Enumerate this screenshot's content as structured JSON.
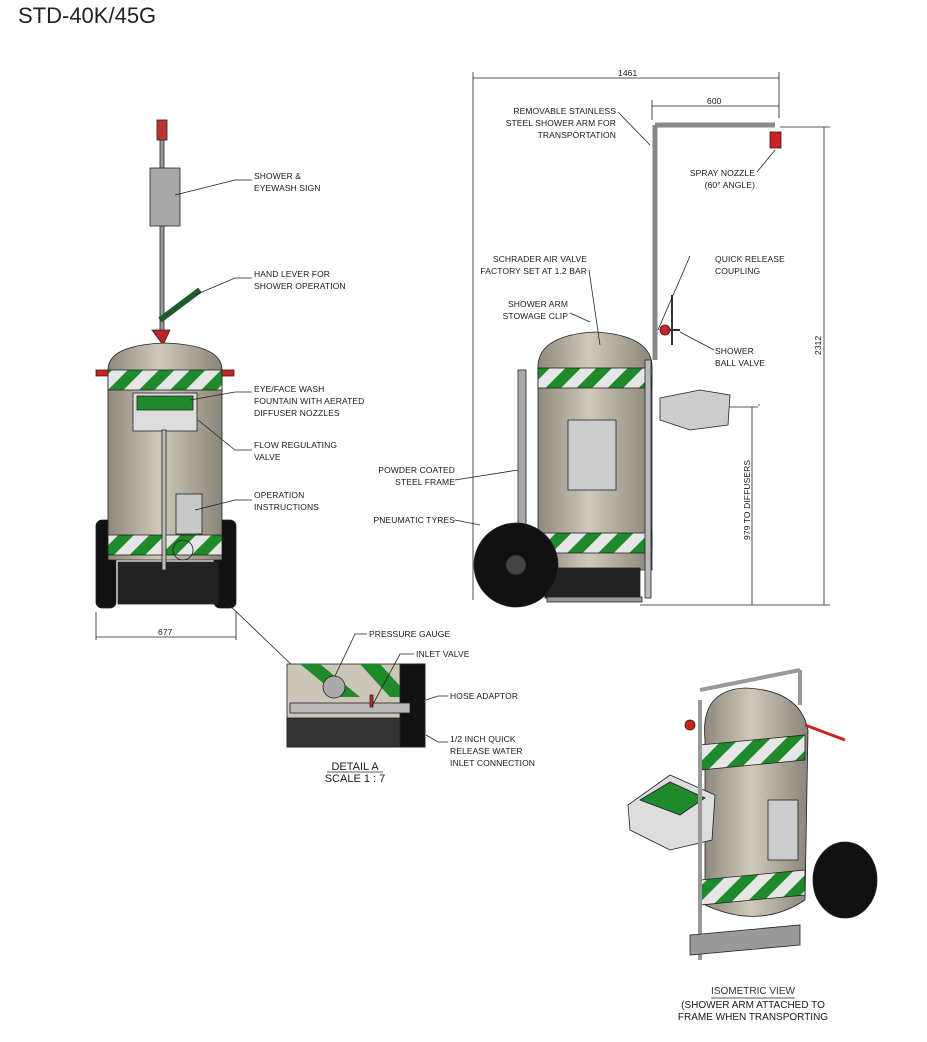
{
  "title": "STD-40K/45G",
  "front_view": {
    "labels": {
      "sign": [
        "SHOWER &",
        "EYEWASH SIGN"
      ],
      "lever": [
        "HAND LEVER FOR",
        "SHOWER OPERATION"
      ],
      "eyewash": [
        "EYE/FACE WASH",
        "FOUNTAIN WITH AERATED",
        "DIFFUSER NOZZLES"
      ],
      "flow": [
        "FLOW REGULATING",
        "VALVE"
      ],
      "instructions": [
        "OPERATION",
        "INSTRUCTIONS"
      ]
    },
    "dim_width": "677"
  },
  "side_view": {
    "dim_overall_width": "1461",
    "dim_arm": "600",
    "dim_height": "2312",
    "dim_diffusers": "979 TO DIFFUSERS",
    "labels": {
      "arm": [
        "REMOVABLE STAINLESS",
        "STEEL SHOWER ARM FOR",
        "TRANSPORTATION"
      ],
      "nozzle": [
        "SPRAY NOZZLE",
        "(60° ANGLE)"
      ],
      "schrader": [
        "SCHRADER AIR VALVE",
        "FACTORY SET AT 1.2 BAR"
      ],
      "coupling": [
        "QUICK RELEASE",
        "COUPLING"
      ],
      "clip": [
        "SHOWER ARM",
        "STOWAGE CLIP"
      ],
      "ballvalve": [
        "SHOWER",
        "BALL VALVE"
      ],
      "frame": [
        "POWDER COATED",
        "STEEL FRAME"
      ],
      "tyres": [
        "PNEUMATIC TYRES"
      ]
    }
  },
  "detail": {
    "labels": {
      "gauge": "PRESSURE GAUGE",
      "inlet": "INLET VALVE",
      "hose": "HOSE ADAPTOR",
      "quick": [
        "1/2 INCH QUICK",
        "RELEASE WATER",
        "INLET CONNECTION"
      ]
    },
    "title": "DETAIL A",
    "scale": "SCALE 1 : 7"
  },
  "isometric": {
    "title": "ISOMETRIC VIEW",
    "note": [
      "(SHOWER ARM ATTACHED TO",
      "FRAME WHEN TRANSPORTING"
    ]
  },
  "colors": {
    "tank": "#b7b1a2",
    "green": "#1f8a2c",
    "red": "#c0281c",
    "black": "#111111"
  }
}
